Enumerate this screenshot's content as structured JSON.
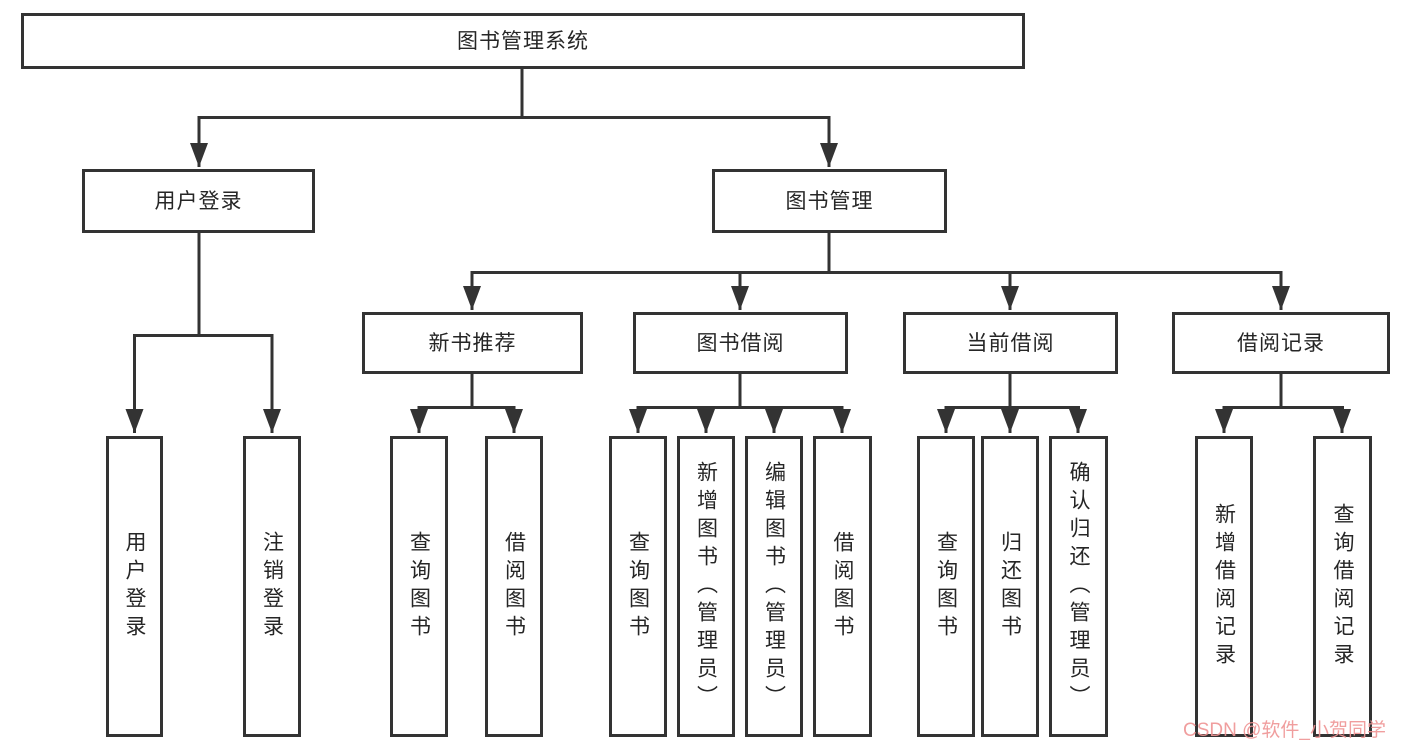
{
  "tree": {
    "root": {
      "label": "图书管理系统",
      "children": [
        {
          "label": "用户登录",
          "children": [
            {
              "label": "用户登录"
            },
            {
              "label": "注销登录"
            }
          ]
        },
        {
          "label": "图书管理",
          "children": [
            {
              "label": "新书推荐",
              "children": [
                {
                  "label": "查询图书"
                },
                {
                  "label": "借阅图书"
                }
              ]
            },
            {
              "label": "图书借阅",
              "children": [
                {
                  "label": "查询图书"
                },
                {
                  "label": "新增图书（管理员）"
                },
                {
                  "label": "编辑图书（管理员）"
                },
                {
                  "label": "借阅图书"
                }
              ]
            },
            {
              "label": "当前借阅",
              "children": [
                {
                  "label": "查询图书"
                },
                {
                  "label": "归还图书"
                },
                {
                  "label": "确认归还（管理员）"
                }
              ]
            },
            {
              "label": "借阅记录",
              "children": [
                {
                  "label": "新增借阅记录"
                },
                {
                  "label": "查询借阅记录"
                }
              ]
            }
          ]
        }
      ]
    }
  },
  "watermark": {
    "text": "CSDN @软件_小贺同学",
    "color": "#ee9494"
  },
  "colors": {
    "line": "#333333",
    "box_border": "#333333",
    "text": "#262626",
    "background": "#ffffff"
  }
}
